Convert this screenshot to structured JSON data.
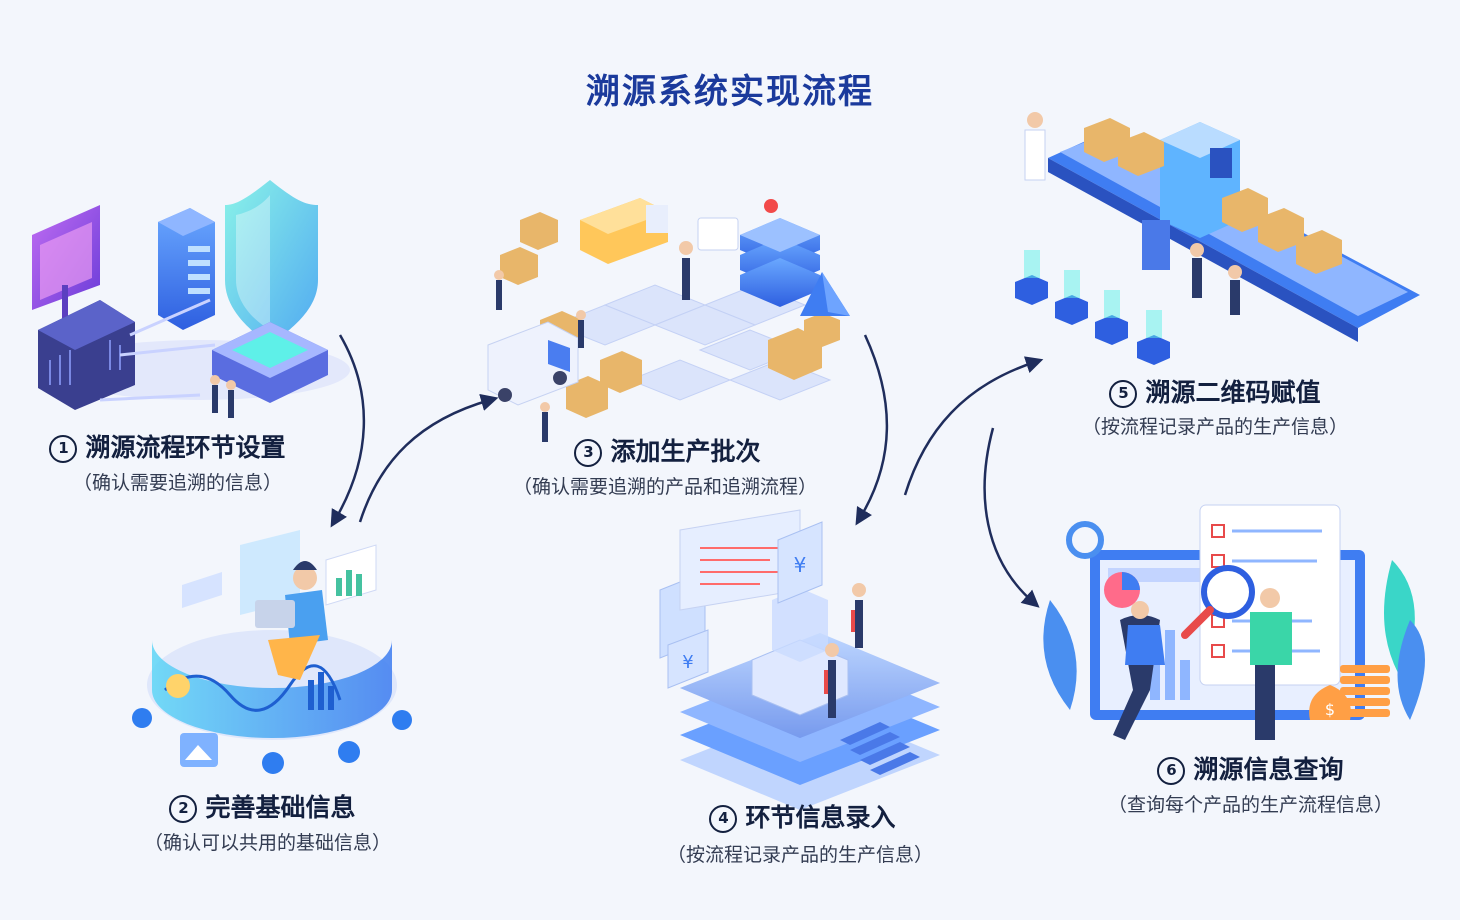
{
  "title": "溯源系统实现流程",
  "steps": [
    {
      "num": "1",
      "title": "溯源流程环节设置",
      "subtitle": "（确认需要追溯的信息）"
    },
    {
      "num": "2",
      "title": "完善基础信息",
      "subtitle": "（确认可以共用的基础信息）"
    },
    {
      "num": "3",
      "title": "添加生产批次",
      "subtitle": "（确认需要追溯的产品和追溯流程）"
    },
    {
      "num": "4",
      "title": "环节信息录入",
      "subtitle": "（按流程记录产品的生产信息）"
    },
    {
      "num": "5",
      "title": "溯源二维码赋值",
      "subtitle": "（按流程记录产品的生产信息）"
    },
    {
      "num": "6",
      "title": "溯源信息查询",
      "subtitle": "（查询每个产品的生产流程信息）"
    }
  ],
  "icons": {
    "currency_symbol": "¥",
    "dollar_symbol": "$"
  },
  "colors": {
    "title": "#1b3a9c",
    "text": "#13203f",
    "arrow": "#1f2d5c",
    "accent_blue": "#3f7df2",
    "accent_cyan": "#3fd6e8",
    "accent_purple": "#8a4de8",
    "box_tan": "#e8b66a"
  }
}
